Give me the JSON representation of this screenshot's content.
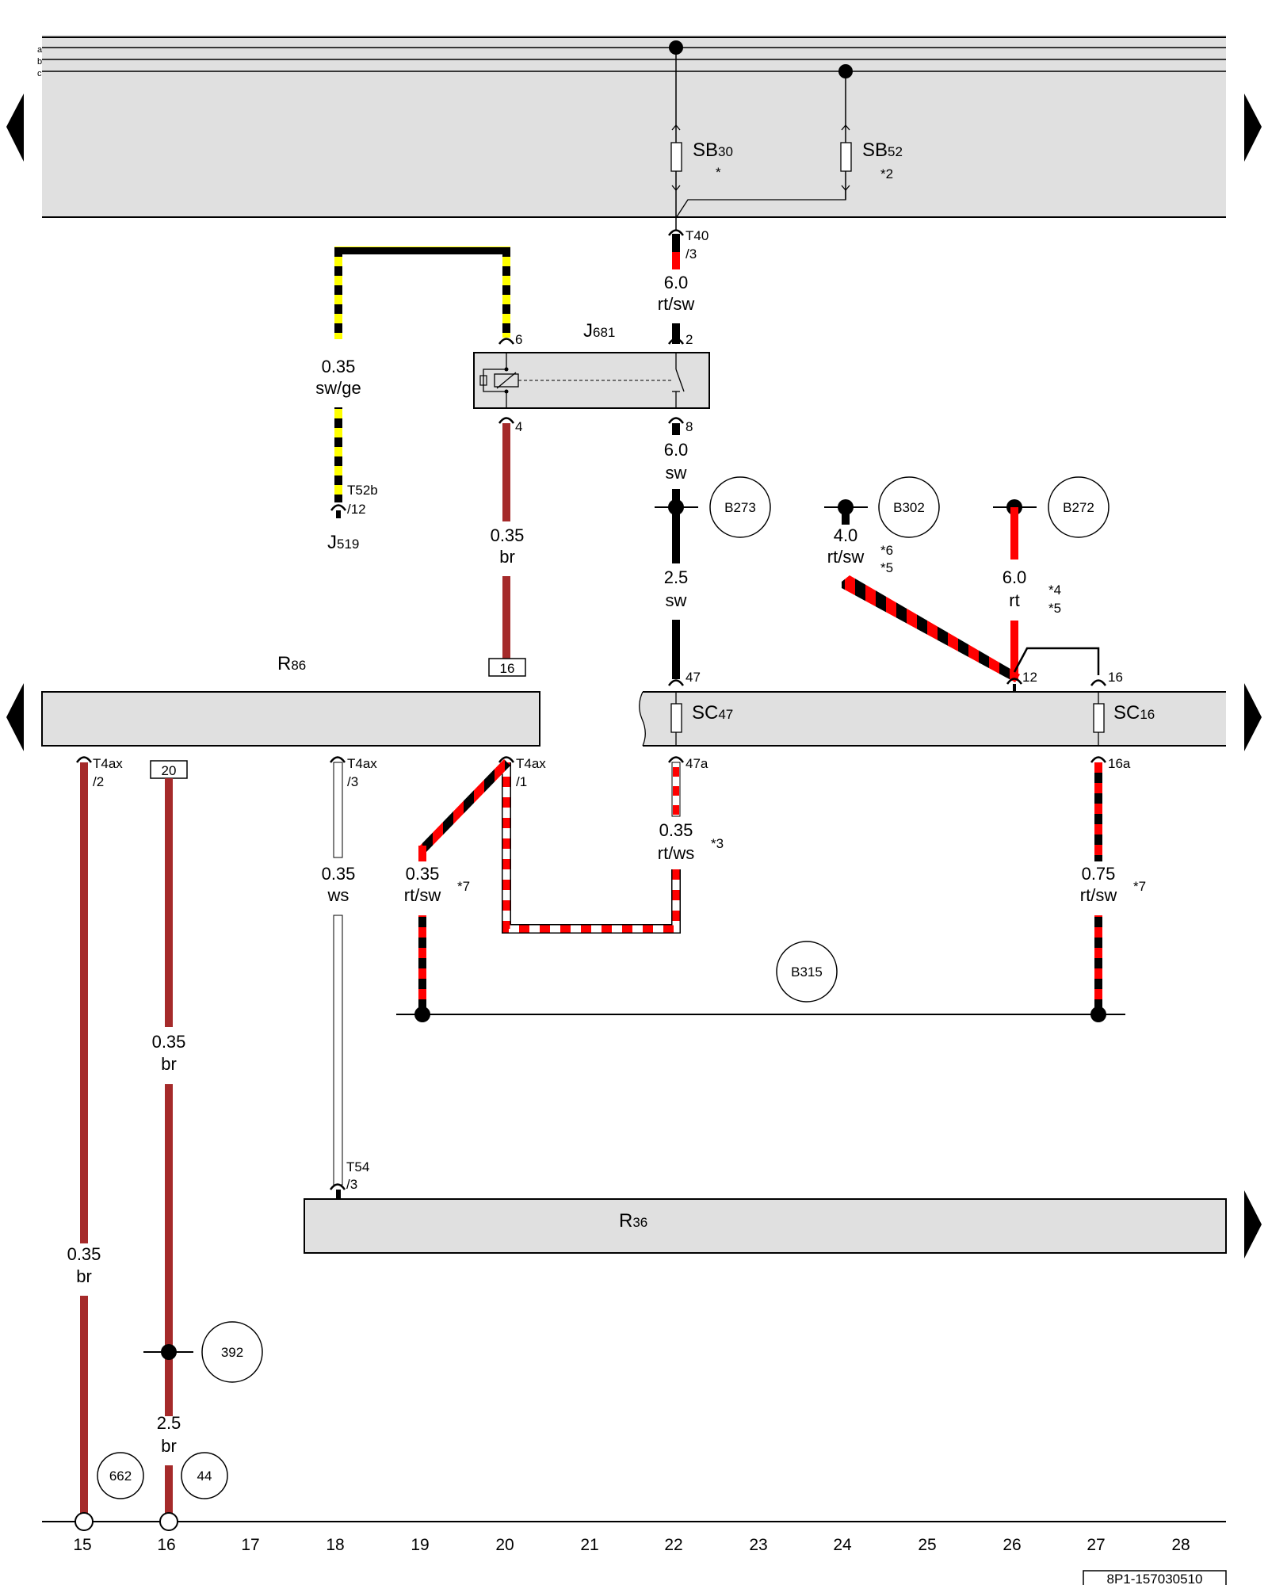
{
  "colors": {
    "red": "#ff0000",
    "black": "#000000",
    "yellow": "#ffff00",
    "brown": "#a52a2a",
    "panel": "#e0e0e0",
    "white": "#ffffff"
  },
  "rails": [
    "a",
    "b",
    "c"
  ],
  "fuses": {
    "sb30": {
      "prefix": "SB",
      "num": "30",
      "note": "*"
    },
    "sb52": {
      "prefix": "SB",
      "num": "52",
      "note": "*2"
    },
    "sc47": {
      "prefix": "SC",
      "num": "47"
    },
    "sc16": {
      "prefix": "SC",
      "num": "16"
    }
  },
  "components": {
    "j681": {
      "prefix": "J",
      "num": "681"
    },
    "j519": {
      "prefix": "J",
      "num": "519"
    },
    "r86": {
      "prefix": "R",
      "num": "86"
    },
    "r36": {
      "prefix": "R",
      "num": "36"
    }
  },
  "connectors": {
    "t40": [
      "T40",
      "/3"
    ],
    "t52b": [
      "T52b",
      "/12"
    ],
    "t4ax2": [
      "T4ax",
      "/2"
    ],
    "t4ax3": [
      "T4ax",
      "/3"
    ],
    "t4ax1": [
      "T4ax",
      "/1"
    ],
    "t54": [
      "T54",
      "/3"
    ]
  },
  "pins": {
    "p6": "6",
    "p4": "4",
    "p2": "2",
    "p8": "8",
    "p47": "47",
    "p47a": "47a",
    "p12": "12",
    "p16": "16",
    "p16a": "16a"
  },
  "boxes": {
    "b16": "16",
    "b20": "20"
  },
  "wires": {
    "w_rtsw60": [
      "6.0",
      "rt/sw"
    ],
    "w_swge": [
      "0.35",
      "sw/ge"
    ],
    "w_br_j681": [
      "0.35",
      "br"
    ],
    "w_sw60": [
      "6.0",
      "sw"
    ],
    "w_sw25": [
      "2.5",
      "sw"
    ],
    "w_rtsw40": [
      "4.0",
      "rt/sw"
    ],
    "w_rt60": [
      "6.0",
      "rt"
    ],
    "w_rtws": [
      "0.35",
      "rt/ws"
    ],
    "w_ws": [
      "0.35",
      "ws"
    ],
    "w_rtsw035": [
      "0.35",
      "rt/sw"
    ],
    "w_rtsw075": [
      "0.75",
      "rt/sw"
    ],
    "w_br16": [
      "0.35",
      "br"
    ],
    "w_br15": [
      "0.35",
      "br"
    ],
    "w_br25": [
      "2.5",
      "br"
    ]
  },
  "notes": {
    "n3": "*3",
    "n4": "*4",
    "n5a": "*5",
    "n5b": "*5",
    "n6": "*6",
    "n7a": "*7",
    "n7b": "*7"
  },
  "refs": {
    "b273": "B273",
    "b302": "B302",
    "b272": "B272",
    "b315": "B315",
    "r392": "392",
    "r662": "662",
    "r44": "44"
  },
  "grid": [
    "15",
    "16",
    "17",
    "18",
    "19",
    "20",
    "21",
    "22",
    "23",
    "24",
    "25",
    "26",
    "27",
    "28"
  ],
  "footer": "8P1-157030510"
}
